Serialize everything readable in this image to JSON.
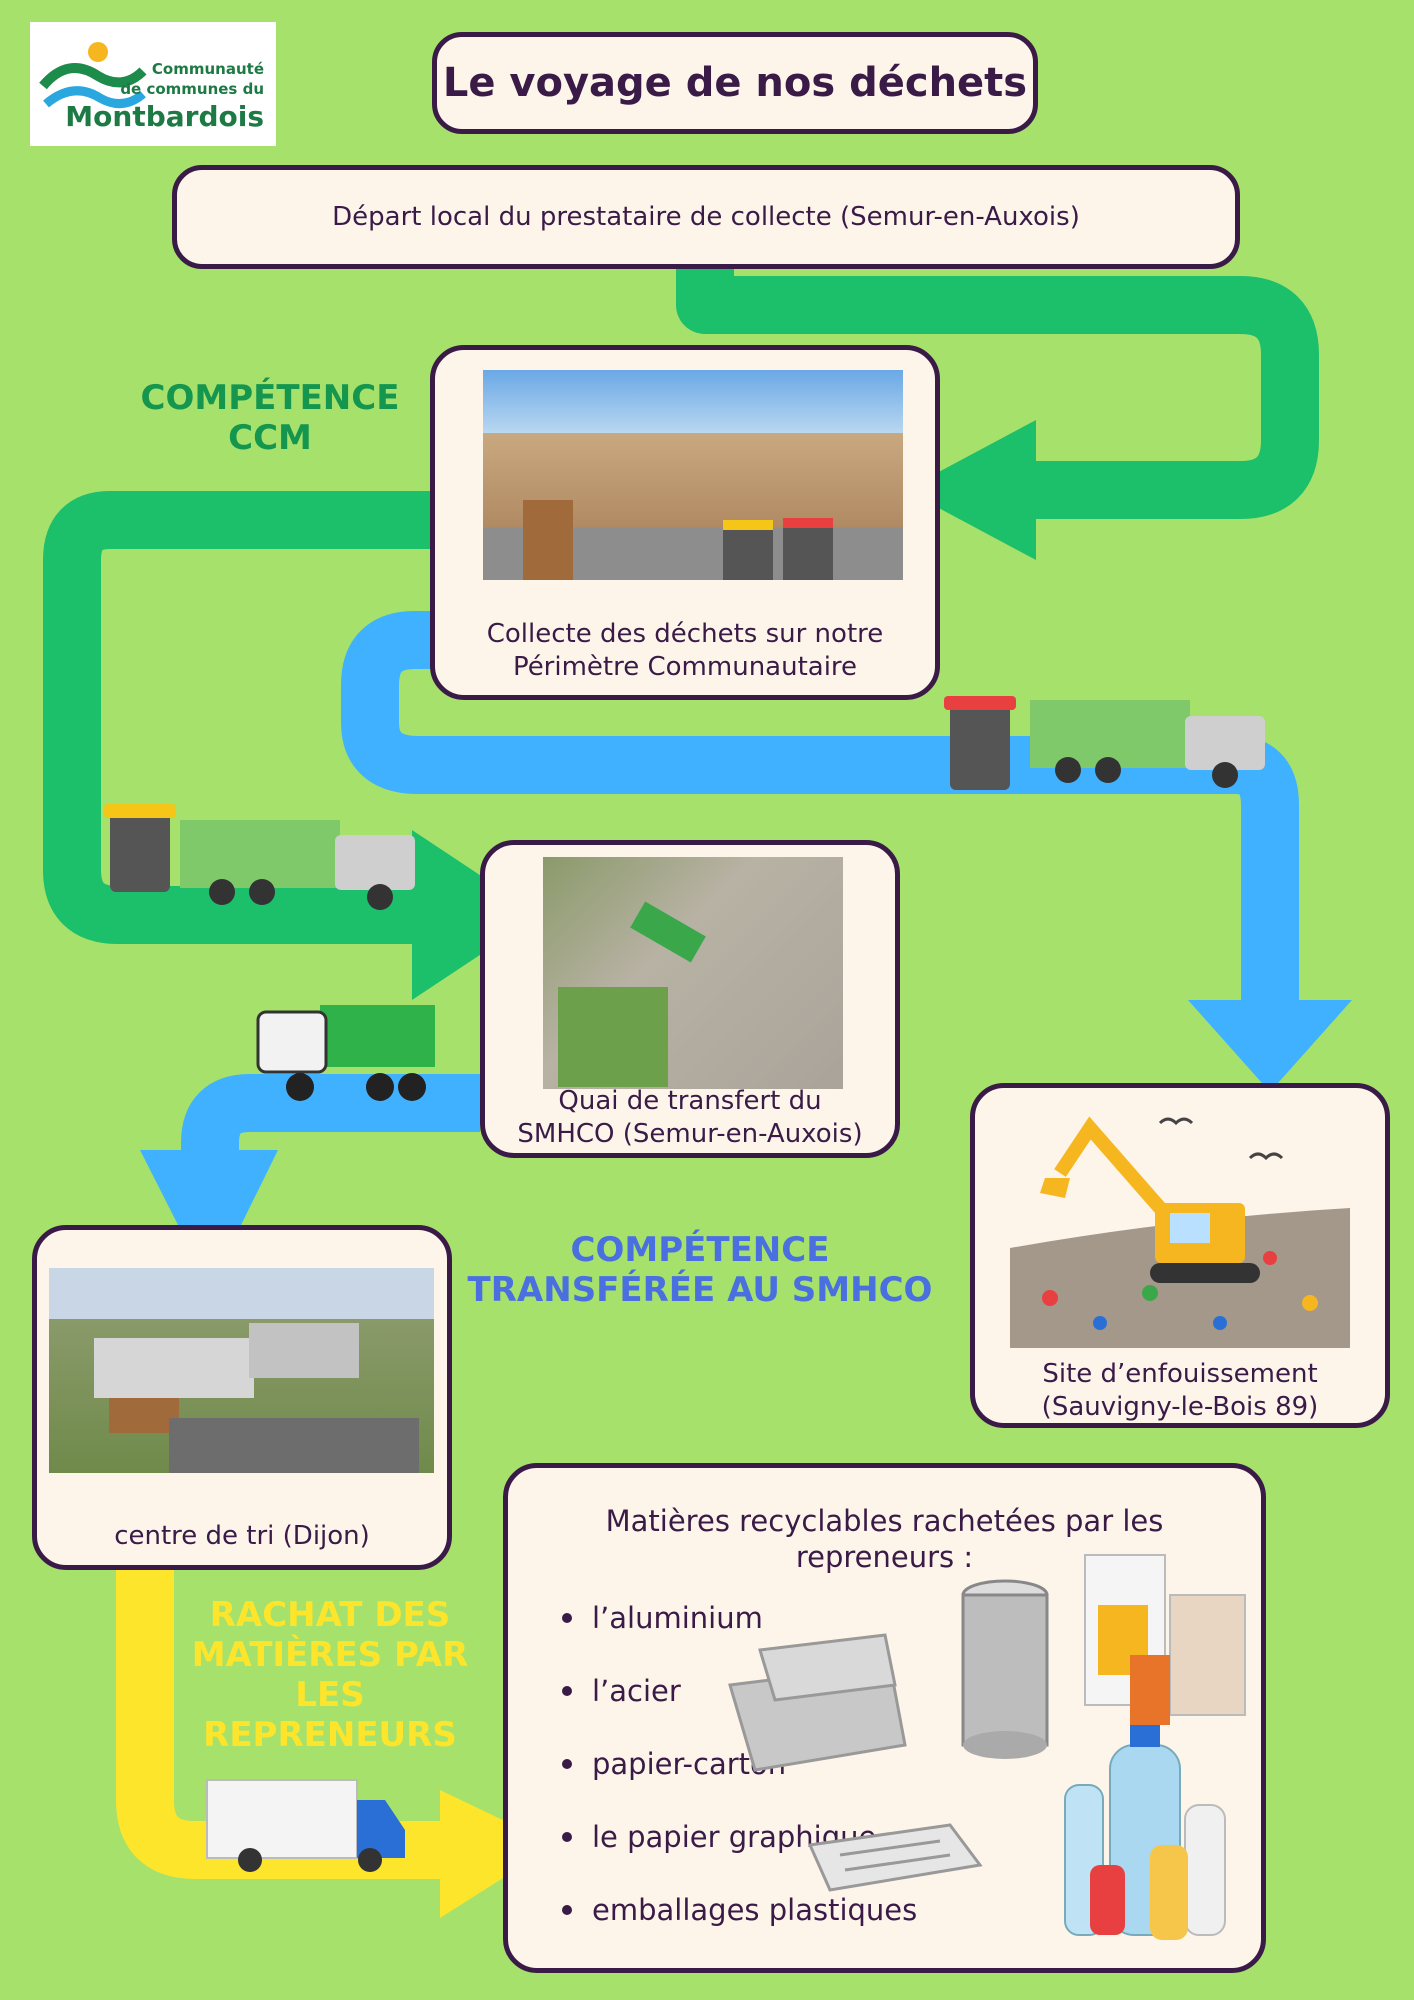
{
  "title": "Le voyage de nos déchets",
  "logo": {
    "line1": "Communauté",
    "line2": "de communes du",
    "line3": "Montbardois"
  },
  "colors": {
    "background": "#a6e16b",
    "ccm_green": "#1cbf6a",
    "smhco_blue": "#3fb1ff",
    "rachat_yellow": "#fde52b",
    "box_border": "#3a1b47",
    "box_fill": "#fdf5ea",
    "ccm_text": "#14964f",
    "smhco_text": "#4a6fe0"
  },
  "depart": {
    "text": "Départ local du prestataire de collecte (Semur-en-Auxois)"
  },
  "labels": {
    "ccm": [
      "COMPÉTENCE",
      "CCM"
    ],
    "smhco": [
      "COMPÉTENCE",
      "TRANSFÉRÉE AU SMHCO"
    ],
    "rachat": [
      "RACHAT DES",
      "MATIÈRES PAR",
      "LES",
      "REPRENEURS"
    ]
  },
  "collecte": {
    "line1": "Collecte des déchets sur notre",
    "line2": "Périmètre Communautaire"
  },
  "quai": {
    "line1": "Quai de transfert du",
    "line2": "SMHCO (Semur-en-Auxois)"
  },
  "site": {
    "line1": "Site d’enfouissement",
    "line2": "(Sauvigny-le-Bois 89)"
  },
  "centre": {
    "text": "centre de tri (Dijon)"
  },
  "recyclables": {
    "heading1": "Matières recyclables rachetées par les",
    "heading2": "repreneurs :",
    "items": [
      "l’aluminium",
      "l’acier",
      "papier-carton",
      "le  papier graphique,",
      "emballages plastiques"
    ]
  }
}
